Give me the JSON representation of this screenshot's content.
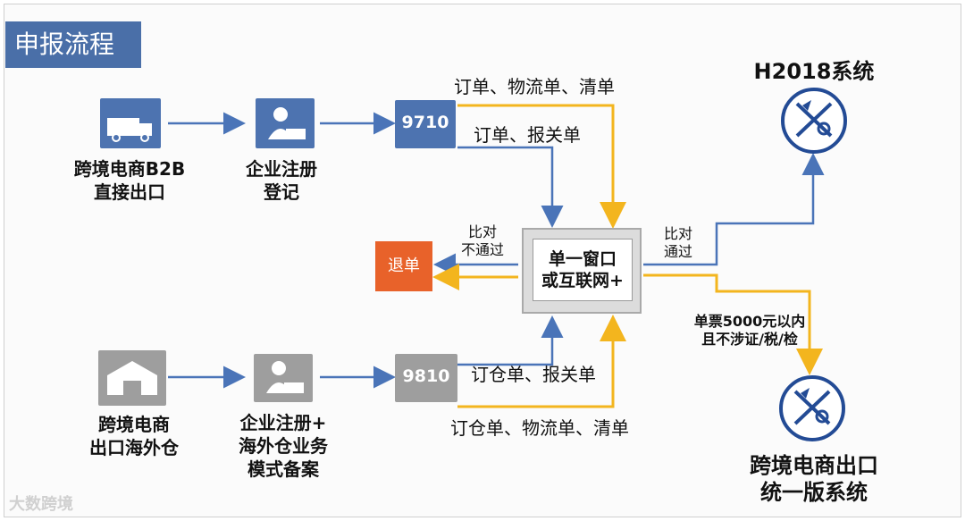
{
  "title": "申报流程",
  "nodes": {
    "b2b_label_1": "跨境电商B2B",
    "b2b_label_2": "直接出口",
    "reg1_label_1": "企业注册",
    "reg1_label_2": "登记",
    "code_9710": "9710",
    "wh_label_1": "跨境电商",
    "wh_label_2": "出口海外仓",
    "reg2_label_1": "企业注册+",
    "reg2_label_2": "海外仓业务",
    "reg2_label_3": "模式备案",
    "code_9810": "9810",
    "window_1": "单一窗口",
    "window_2": "或互联网+",
    "reject": "退单",
    "h2018": "H2018系统",
    "unified_1": "跨境电商出口",
    "unified_2": "统一版系统"
  },
  "edges": {
    "order_logistics_list": "订单、物流单、清单",
    "order_declaration": "订单、报关单",
    "warehouse_declaration": "订仓单、报关单",
    "warehouse_logistics_list": "订仓单、物流单、清单",
    "compare_fail_1": "比对",
    "compare_fail_2": "不通过",
    "compare_pass_1": "比对",
    "compare_pass_2": "通过",
    "small_ticket_1": "单票5000元以内",
    "small_ticket_2": "且不涉证/税/检"
  },
  "watermark": "大数跨境",
  "colors": {
    "blue_line": "#4a74b8",
    "yellow_line": "#f3b51e",
    "box_blue": "#4d73b0",
    "reject_orange": "#e8622a",
    "seal_blue": "#234b95"
  }
}
